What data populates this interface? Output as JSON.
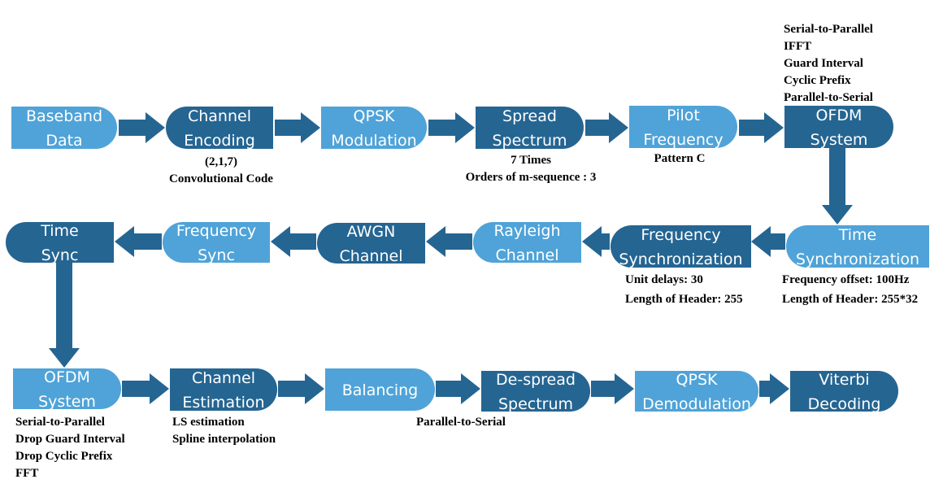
{
  "colors": {
    "dark": "#256592",
    "light": "#4fa3d8",
    "arrow": "#256592"
  },
  "blocks": [
    {
      "id": "baseband",
      "lines": [
        "Baseband",
        "Data"
      ],
      "tone": "light"
    },
    {
      "id": "channel-encoding",
      "lines": [
        "Channel",
        "Encoding"
      ],
      "tone": "dark"
    },
    {
      "id": "qpsk-modulation",
      "lines": [
        "QPSK",
        "Modulation"
      ],
      "tone": "light"
    },
    {
      "id": "spread-spectrum",
      "lines": [
        "Spread",
        "Spectrum"
      ],
      "tone": "dark"
    },
    {
      "id": "pilot-frequency",
      "lines": [
        "Pilot",
        "Frequency"
      ],
      "tone": "light"
    },
    {
      "id": "ofdm-system-tx",
      "lines": [
        "OFDM",
        "System"
      ],
      "tone": "dark"
    },
    {
      "id": "time-synchronization",
      "lines": [
        "Time",
        "Synchronization"
      ],
      "tone": "light"
    },
    {
      "id": "frequency-synchronization",
      "lines": [
        "Frequency",
        "Synchronization"
      ],
      "tone": "dark"
    },
    {
      "id": "rayleigh-channel",
      "lines": [
        "Rayleigh",
        "Channel"
      ],
      "tone": "light"
    },
    {
      "id": "awgn-channel",
      "lines": [
        "AWGN",
        "Channel"
      ],
      "tone": "dark"
    },
    {
      "id": "frequency-sync",
      "lines": [
        "Frequency",
        "Sync"
      ],
      "tone": "light"
    },
    {
      "id": "time-sync",
      "lines": [
        "Time",
        "Sync"
      ],
      "tone": "dark"
    },
    {
      "id": "ofdm-system-rx",
      "lines": [
        "OFDM",
        "System"
      ],
      "tone": "light"
    },
    {
      "id": "channel-estimation",
      "lines": [
        "Channel",
        "Estimation"
      ],
      "tone": "dark"
    },
    {
      "id": "balancing",
      "lines": [
        "Balancing"
      ],
      "tone": "light"
    },
    {
      "id": "de-spread-spectrum",
      "lines": [
        "De-spread",
        "Spectrum"
      ],
      "tone": "dark"
    },
    {
      "id": "qpsk-demodulation",
      "lines": [
        "QPSK",
        "Demodulation"
      ],
      "tone": "light"
    },
    {
      "id": "viterbi-decoding",
      "lines": [
        "Viterbi",
        "Decoding"
      ],
      "tone": "dark"
    }
  ],
  "notes": [
    {
      "id": "encoding-note",
      "lines": [
        "(2,1,7)",
        "Convolutional Code"
      ]
    },
    {
      "id": "spread-note",
      "lines": [
        "7 Times",
        "Orders of m-sequence : 3"
      ]
    },
    {
      "id": "pilot-note",
      "lines": [
        "Pattern C"
      ]
    },
    {
      "id": "ofdm-tx-note",
      "lines": [
        "Serial-to-Parallel",
        "IFFT",
        "Guard Interval",
        "Cyclic Prefix",
        "Parallel-to-Serial"
      ]
    },
    {
      "id": "freq-sync-note",
      "lines": [
        "Unit delays: 30",
        "Length of Header: 255"
      ]
    },
    {
      "id": "time-sync-note",
      "lines": [
        "Frequency offset: 100Hz",
        "Length of Header: 255*32"
      ]
    },
    {
      "id": "ofdm-rx-note",
      "lines": [
        "Serial-to-Parallel",
        "Drop Guard Interval",
        "Drop Cyclic Prefix",
        "FFT"
      ]
    },
    {
      "id": "estimation-note",
      "lines": [
        "LS estimation",
        "Spline interpolation"
      ]
    },
    {
      "id": "balancing-note",
      "lines": [
        "Parallel-to-Serial"
      ]
    }
  ]
}
